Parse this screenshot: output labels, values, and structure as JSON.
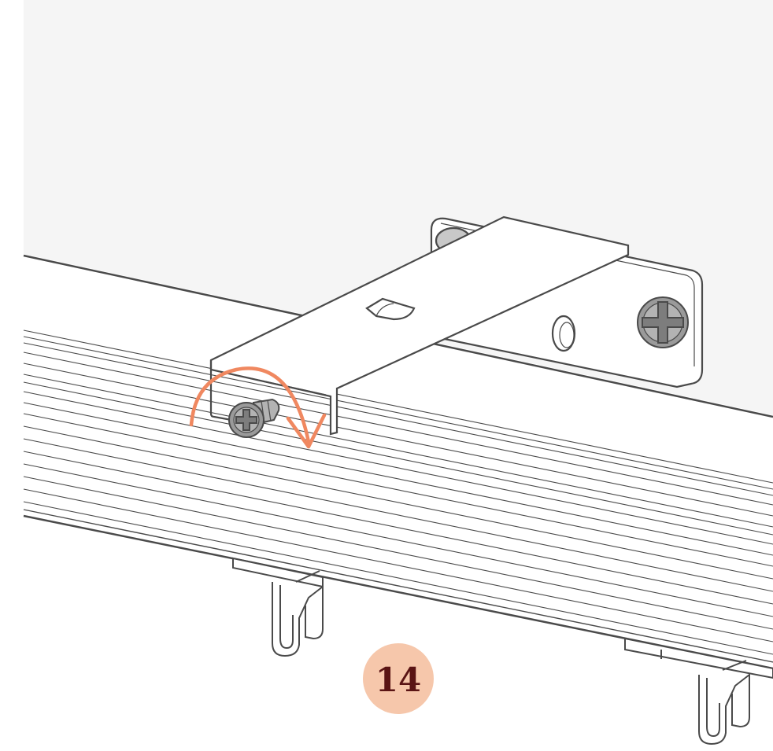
{
  "figure": {
    "step_number": "14",
    "colors": {
      "wall": "#f5f5f5",
      "line": "#4a4a4a",
      "part_fill": "#ffffff",
      "screw": "#9a9a9a",
      "arrow": "#f08860",
      "badge_bg": "#f6c7ab",
      "badge_text": "#5a1414"
    },
    "icons": [
      "rotate-clockwise-arrow",
      "phillips-screw"
    ]
  }
}
